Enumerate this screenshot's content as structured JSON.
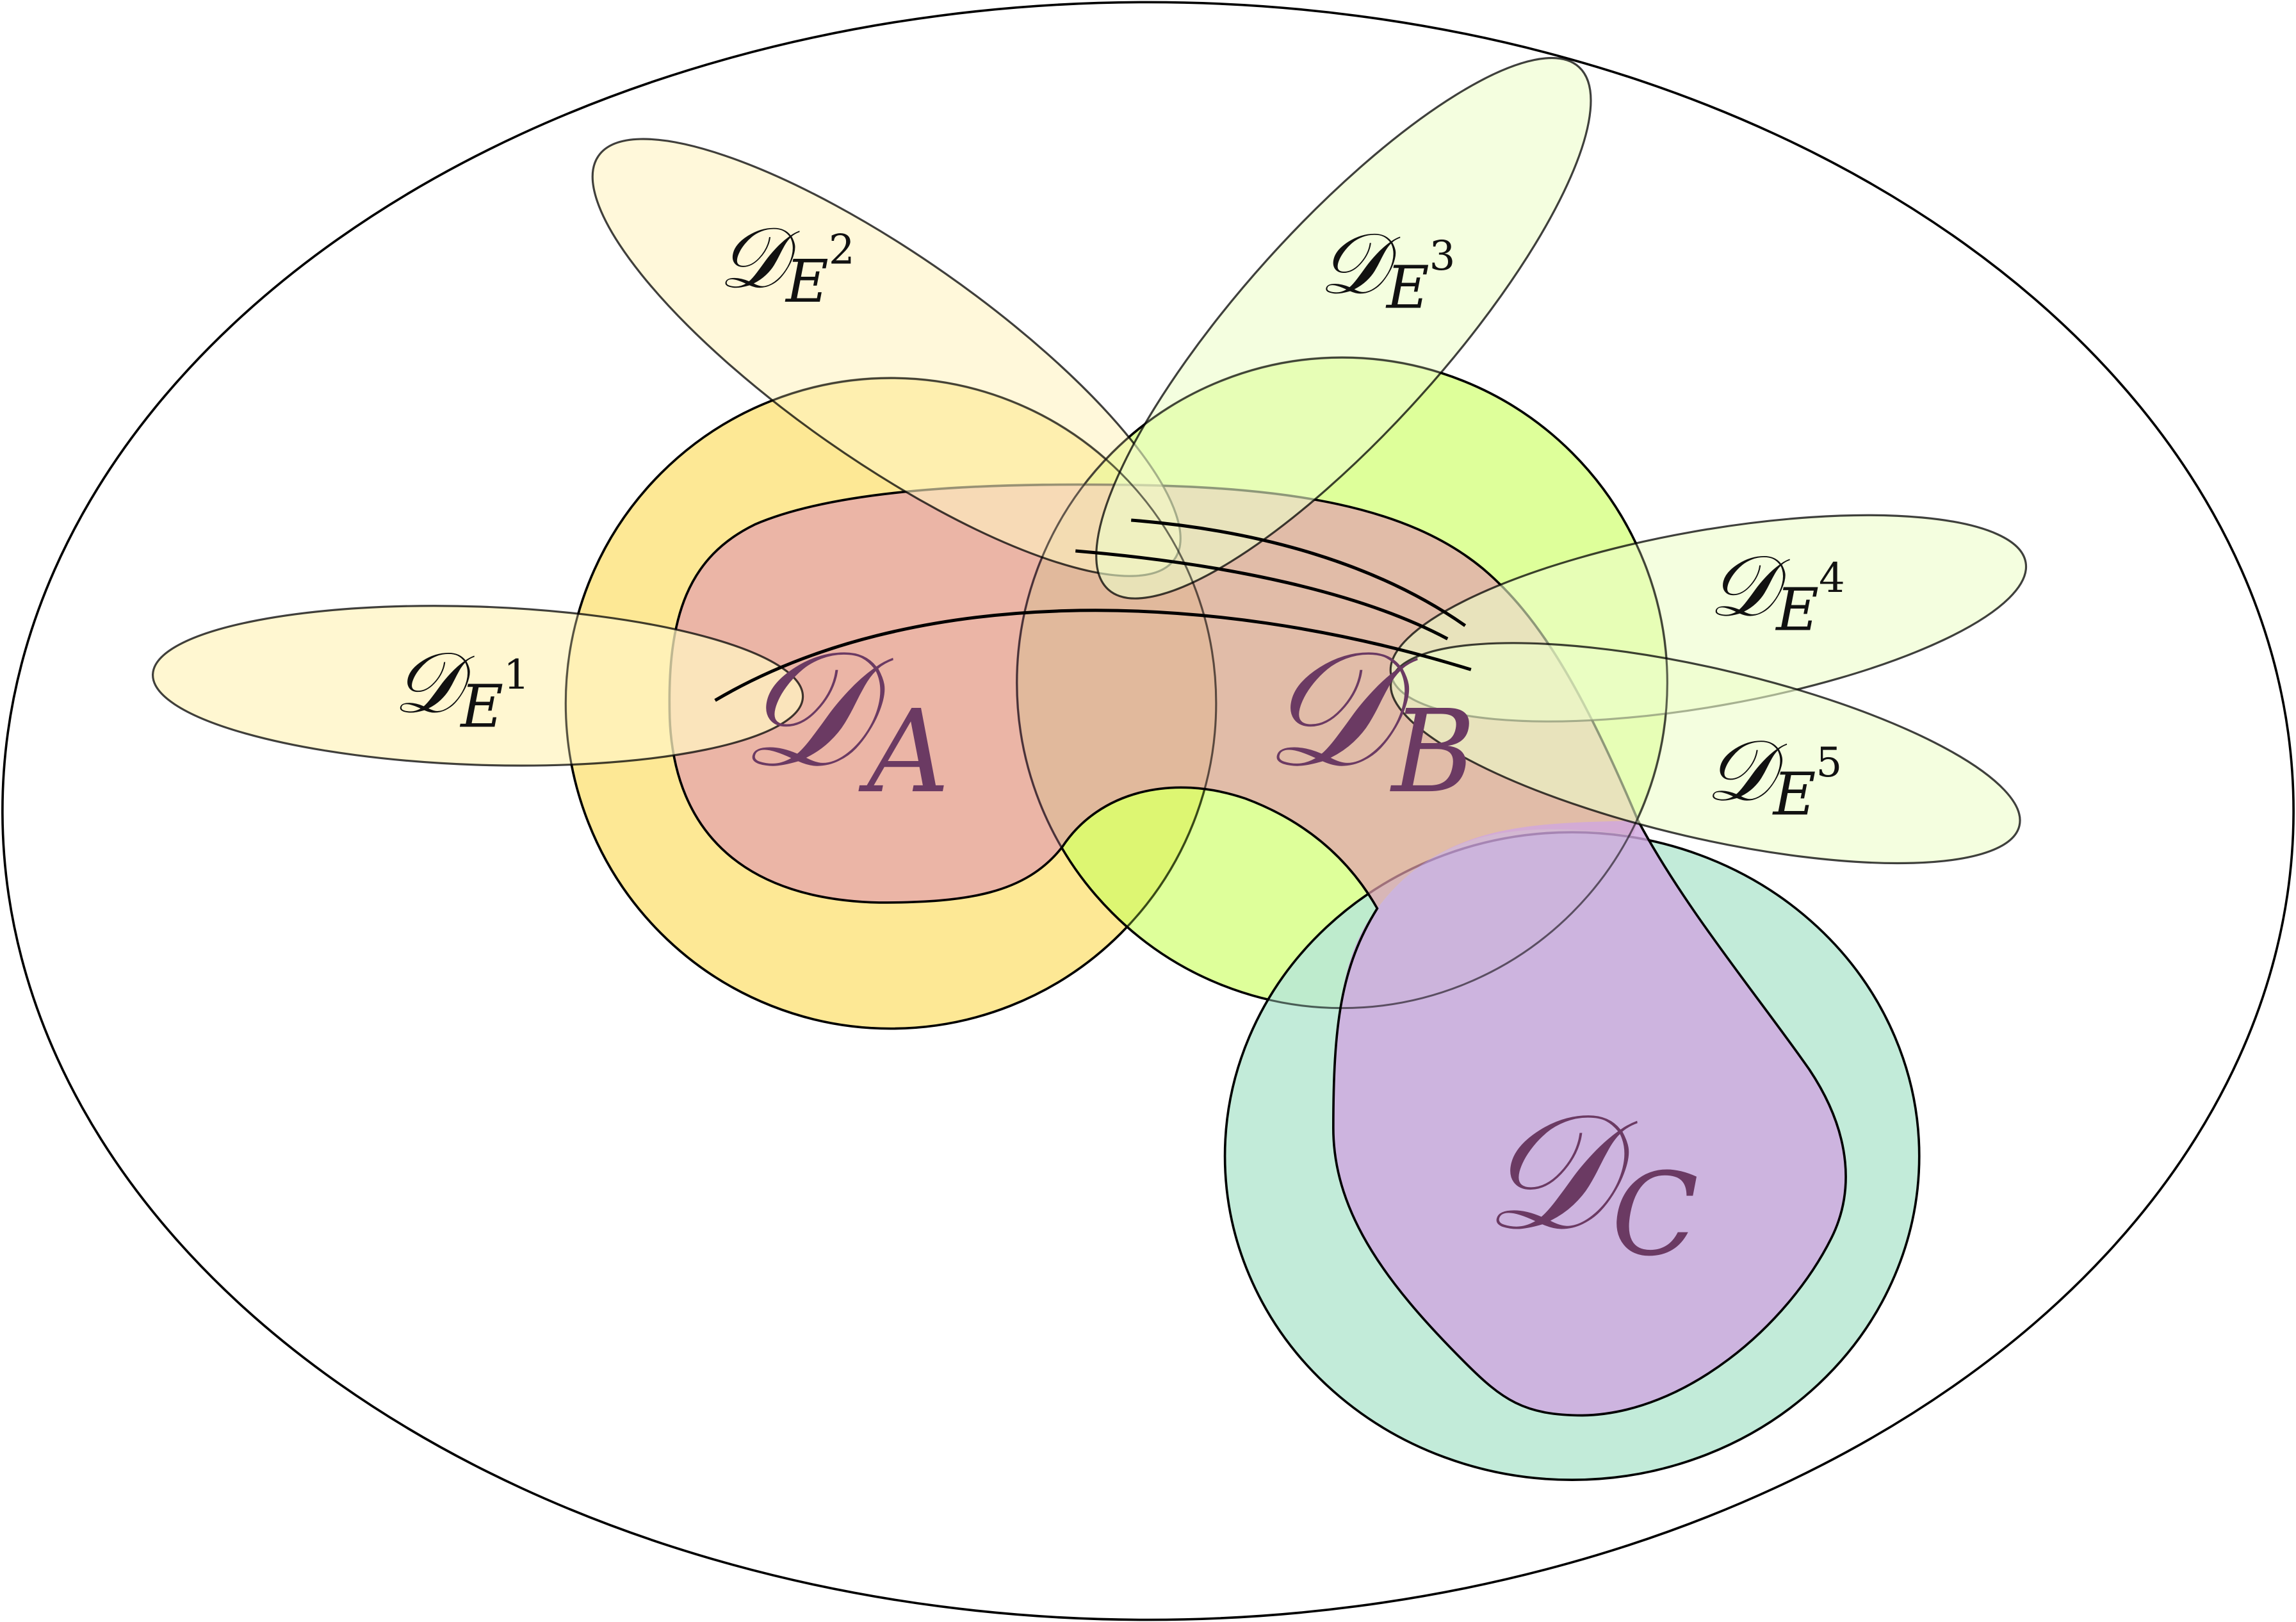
{
  "colors": {
    "outline": "#000000",
    "domain_a_fill": "#fde68a",
    "domain_b_fill": "#d3ff80",
    "domain_c_fill": "#c3ecdc",
    "pink_region_fill": "#e8a8b8",
    "purple_region_fill": "#c8a8e0",
    "e_yellow_fill": "#fff4c2",
    "e_green_fill": "#ecfdc9",
    "big_label_color": "#6b3a63",
    "small_label_color": "#111111"
  },
  "labels": {
    "main_symbol": "𝒟",
    "domain_a": {
      "symbol": "𝒟",
      "subscript": "A"
    },
    "domain_b": {
      "symbol": "𝒟",
      "subscript": "B"
    },
    "domain_c": {
      "symbol": "𝒟",
      "subscript": "C"
    },
    "e1": {
      "symbol": "𝒟",
      "subscript": "E",
      "superscript": "1"
    },
    "e2": {
      "symbol": "𝒟",
      "subscript": "E",
      "superscript": "2"
    },
    "e3": {
      "symbol": "𝒟",
      "subscript": "E",
      "superscript": "3"
    },
    "e4": {
      "symbol": "𝒟",
      "subscript": "E",
      "superscript": "4"
    },
    "e5": {
      "symbol": "𝒟",
      "subscript": "E",
      "superscript": "5"
    }
  }
}
